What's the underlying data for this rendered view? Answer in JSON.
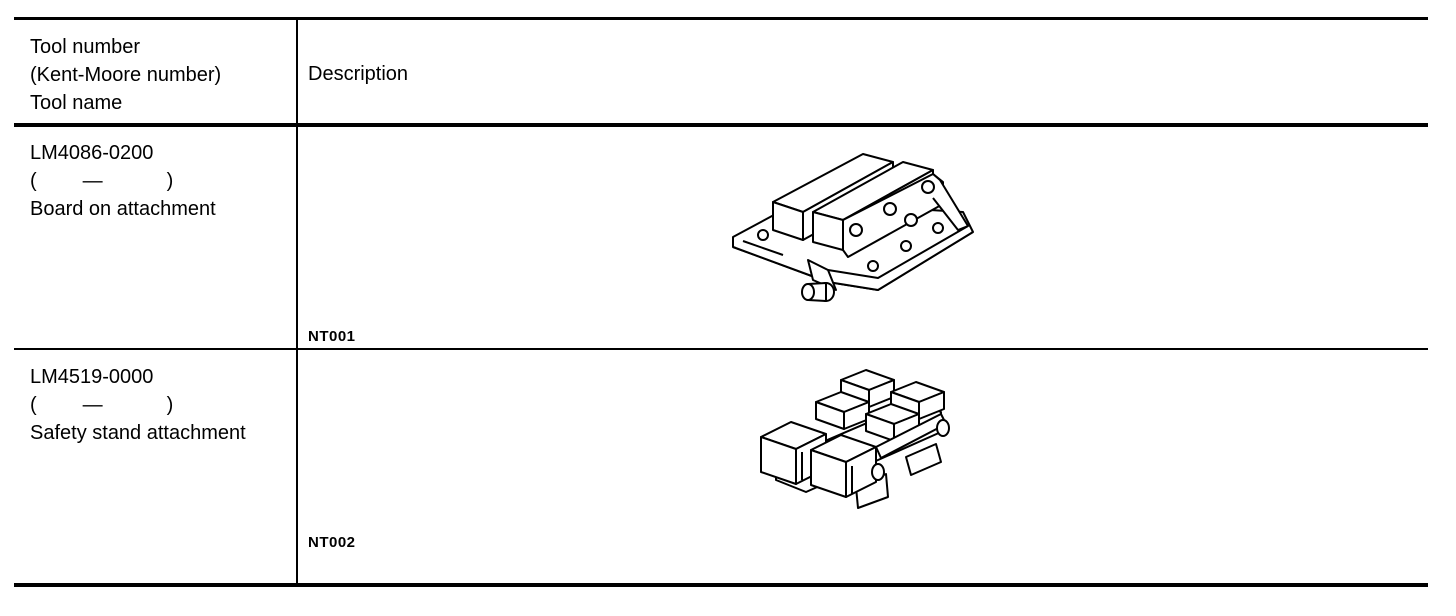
{
  "header": {
    "col1_lines": [
      "Tool number",
      "(Kent-Moore number)",
      "Tool name"
    ],
    "col2": "Description"
  },
  "rows": [
    {
      "tool_number": "LM4086-0200",
      "kent_moore": "—",
      "tool_name": "Board on attachment",
      "figure_code": "NT001"
    },
    {
      "tool_number": "LM4519-0000",
      "kent_moore": "—",
      "tool_name": "Safety stand attachment",
      "figure_code": "NT002"
    }
  ]
}
